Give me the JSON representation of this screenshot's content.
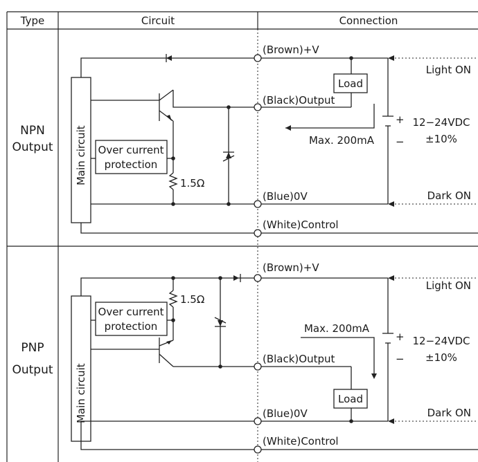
{
  "header": {
    "type": "Type",
    "circuit": "Circuit",
    "connection": "Connection"
  },
  "npn": {
    "type_line1": "NPN",
    "type_line2": "Output",
    "main_circuit": "Main circuit",
    "ocp_line1": "Over current",
    "ocp_line2": "protection",
    "resistor": "1.5Ω",
    "brown": "(Brown)+V",
    "black": "(Black)Output",
    "blue": "(Blue)0V",
    "white": "(White)Control",
    "load": "Load",
    "max": "Max. 200mA",
    "supply_line1": "12−24VDC",
    "supply_line2": "±10%",
    "plus": "+",
    "minus": "−",
    "light_on": "Light ON",
    "dark_on": "Dark ON"
  },
  "pnp": {
    "type_line1": "PNP",
    "type_line2": "Output",
    "main_circuit": "Main circuit",
    "ocp_line1": "Over current",
    "ocp_line2": "protection",
    "resistor": "1.5Ω",
    "brown": "(Brown)+V",
    "black": "(Black)Output",
    "blue": "(Blue)0V",
    "white": "(White)Control",
    "load": "Load",
    "max": "Max. 200mA",
    "supply_line1": "12−24VDC",
    "supply_line2": "±10%",
    "plus": "+",
    "minus": "−",
    "light_on": "Light ON",
    "dark_on": "Dark ON"
  }
}
